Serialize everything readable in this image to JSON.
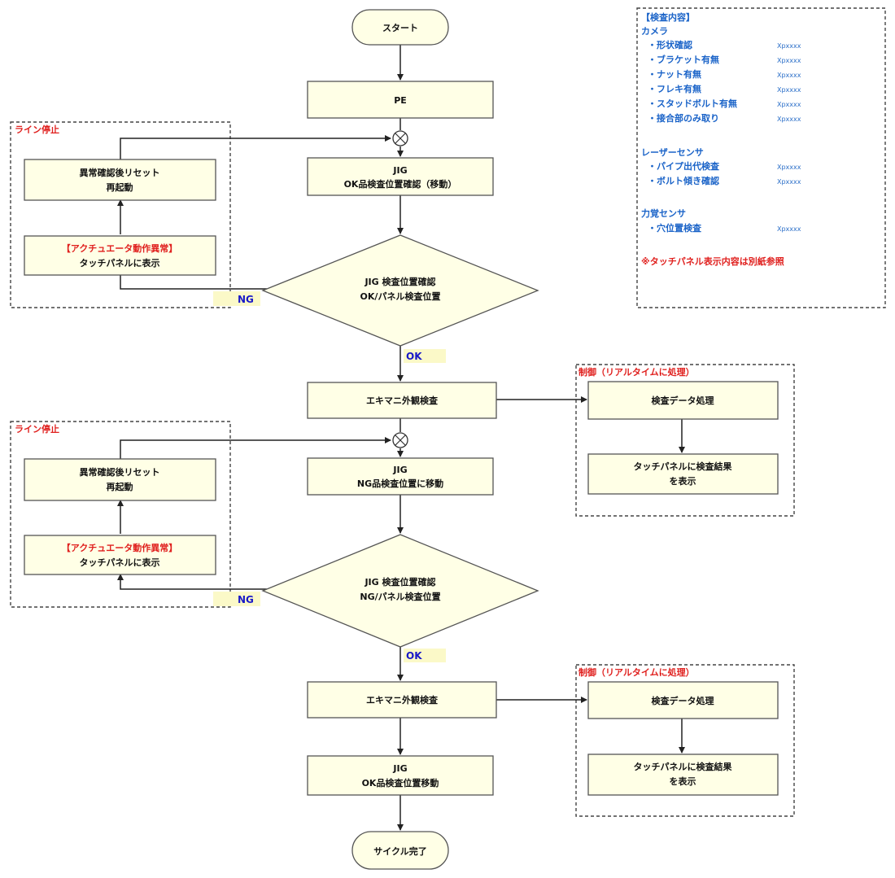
{
  "flow": {
    "start": "スタート",
    "step_pe": "PE",
    "jig1_line1": "JIG",
    "jig1_line2": "OK品検査位置確認（移動）",
    "diamond1_line1": "JIG 検査位置確認",
    "diamond1_line2": "OK/パネル検査位置",
    "ng_label_1": "NG",
    "ok_label_1": "OK",
    "inspect1": "エキマニ外観検査",
    "jig2_line1": "JIG",
    "jig2_line2": "NG品検査位置に移動",
    "diamond2_line1": "JIG 検査位置確認",
    "diamond2_line2": "NG/パネル検査位置",
    "ng_label_2": "NG",
    "ok_label_2": "OK",
    "inspect2": "エキマニ外観検査",
    "jig3_line1": "JIG",
    "jig3_line2": "OK品検査位置移動",
    "end": "サイクル完了"
  },
  "line_stop_1": {
    "title": "ライン停止",
    "reset_line1": "異常確認後リセット",
    "reset_line2": "再起動",
    "alarm_line1": "【アクチュエータ動作異常】",
    "alarm_line2": "タッチパネルに表示"
  },
  "line_stop_2": {
    "title": "ライン停止",
    "reset_line1": "異常確認後リセット",
    "reset_line2": "再起動",
    "alarm_line1": "【アクチュエータ動作異常】",
    "alarm_line2": "タッチパネルに表示"
  },
  "control_1": {
    "title": "制御（リアルタイムに処理）",
    "data_proc": "検査データ処理",
    "result_line1": "タッチパネルに検査結果",
    "result_line2": "を表示"
  },
  "control_2": {
    "title": "制御（リアルタイムに処理）",
    "data_proc": "検査データ処理",
    "result_line1": "タッチパネルに検査結果",
    "result_line2": "を表示"
  },
  "legend": {
    "header": "【検査内容】",
    "camera": "カメラ",
    "camera_items": [
      {
        "label": "・形状確認",
        "code": "Xpxxxx"
      },
      {
        "label": "・ブラケット有無",
        "code": "Xpxxxx"
      },
      {
        "label": "・ナット有無",
        "code": "Xpxxxx"
      },
      {
        "label": "・フレキ有無",
        "code": "Xpxxxx"
      },
      {
        "label": "・スタッドボルト有無",
        "code": "Xpxxxx"
      },
      {
        "label": "・接合部のみ取り",
        "code": "Xpxxxx"
      }
    ],
    "laser": "レーザーセンサ",
    "laser_items": [
      {
        "label": "・パイプ出代検査",
        "code": "Xpxxxx"
      },
      {
        "label": "・ボルト傾き確認",
        "code": "Xpxxxx"
      }
    ],
    "force": "力覚センサ",
    "force_items": [
      {
        "label": "・穴位置検査",
        "code": "Xpxxxx"
      }
    ],
    "note": "※タッチパネル表示内容は別紙参照"
  },
  "colors": {
    "node_fill": "#ffffe6",
    "alarm_red": "#e0201e",
    "legend_blue": "#1a63c8",
    "okng_blue": "#1818c8"
  }
}
